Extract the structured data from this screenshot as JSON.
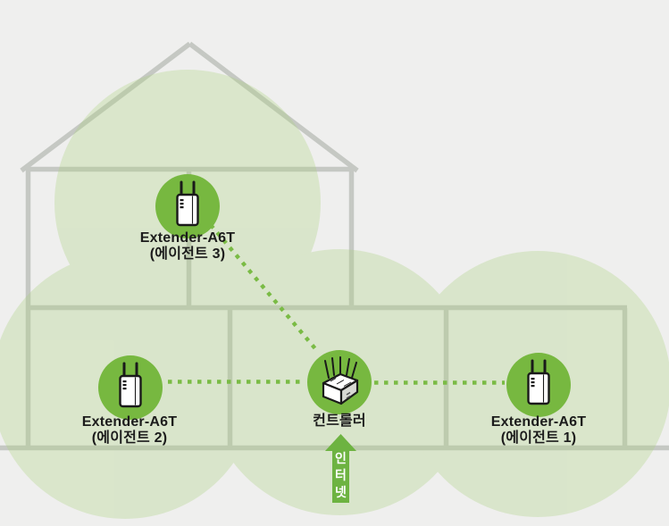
{
  "diagram": {
    "nodes": [
      {
        "id": "extender-agent-3",
        "device": "extender",
        "label": "Extender-A6T",
        "sublabel": "(에이전트 3)"
      },
      {
        "id": "extender-agent-2",
        "device": "extender",
        "label": "Extender-A6T",
        "sublabel": "(에이전트 2)"
      },
      {
        "id": "controller",
        "device": "router",
        "label": "컨트롤러",
        "sublabel": ""
      },
      {
        "id": "extender-agent-1",
        "device": "extender",
        "label": "Extender-A6T",
        "sublabel": "(에이전트 1)"
      }
    ],
    "connections": [
      {
        "from": "extender-agent-3",
        "to": "controller",
        "style": "dotted"
      },
      {
        "from": "extender-agent-2",
        "to": "controller",
        "style": "dotted"
      },
      {
        "from": "controller",
        "to": "extender-agent-1",
        "style": "dotted"
      }
    ],
    "internet_arrow": {
      "label": "인터넷",
      "chars": [
        "인",
        "터",
        "넷"
      ]
    },
    "colors": {
      "background": "#efefee",
      "coverage_green": "#aed283",
      "device_green": "#77b840",
      "dotted_green": "#7abb45",
      "arrow_green": "#6db341",
      "house_line": "#c5c8c3",
      "label_text": "#1c1c1c"
    }
  }
}
